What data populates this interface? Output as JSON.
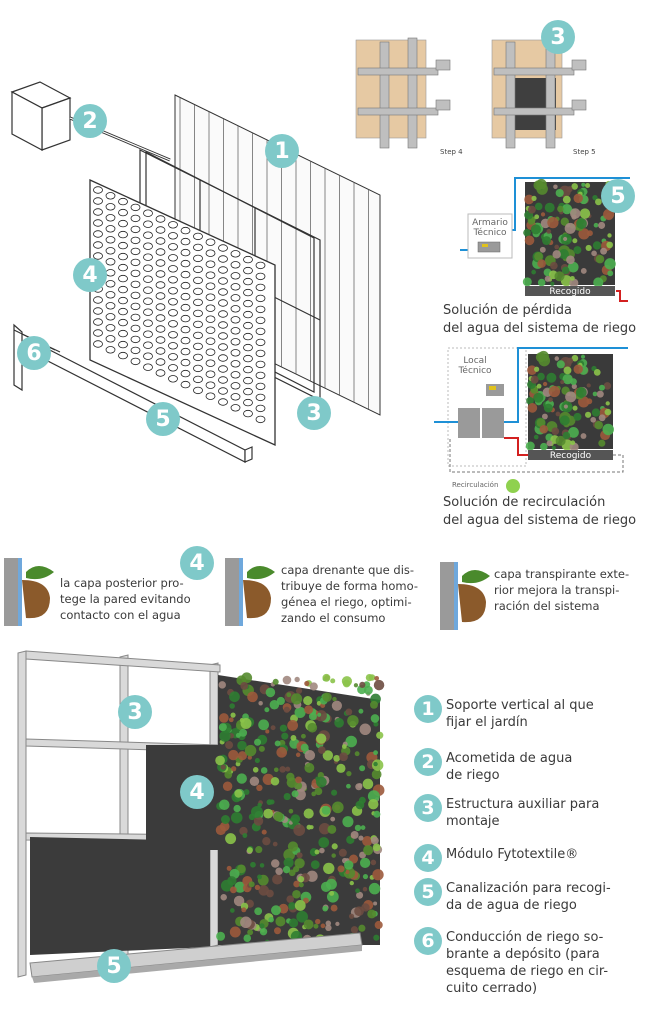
{
  "badges": {
    "n1": "1",
    "n2": "2",
    "n3": "3",
    "n4": "4",
    "n5": "5",
    "n6": "6"
  },
  "top_right": {
    "step4": "Step 4",
    "step5": "Step 5"
  },
  "system_loss": {
    "box_label": "Armario\nTécnico",
    "bar_label": "Recogido",
    "caption": "Solución de pérdida\ndel agua del sistema de riego"
  },
  "system_recirc": {
    "box_label": "Local\nTécnico",
    "bar_label": "Recogido",
    "recirc_label": "Recirculación",
    "caption": "Solución de recirculación\ndel agua del sistema de riego"
  },
  "layers": [
    {
      "text": "la capa posterior pro-\ntege la pared evitando\ncontacto con el agua"
    },
    {
      "text": "capa drenante que dis-\ntribuye de forma homo-\ngénea el riego, optimi-\nzando el consumo"
    },
    {
      "text": "capa transpirante exte-\nrior mejora la transpi-\nración del sistema"
    }
  ],
  "legend": [
    {
      "num": "1",
      "text": "Soporte vertical al que\nfijar el jardín"
    },
    {
      "num": "2",
      "text": "Acometida de agua\nde riego"
    },
    {
      "num": "3",
      "text": "Estructura auxiliar para\nmontaje"
    },
    {
      "num": "4",
      "text": "Módulo Fytotextile®"
    },
    {
      "num": "5",
      "text": "Canalización para recogi-\nda de agua de riego"
    },
    {
      "num": "6",
      "text": "Conducción de riego so-\nbrante a depósito (para\nesquema de riego en cir-\ncuito cerrado)"
    }
  ],
  "colors": {
    "accent": "#7fc9c9",
    "water": "#1e90d6",
    "return": "#d32020",
    "fabric": "#3b3b3b",
    "wall": "#e6c9a3"
  }
}
